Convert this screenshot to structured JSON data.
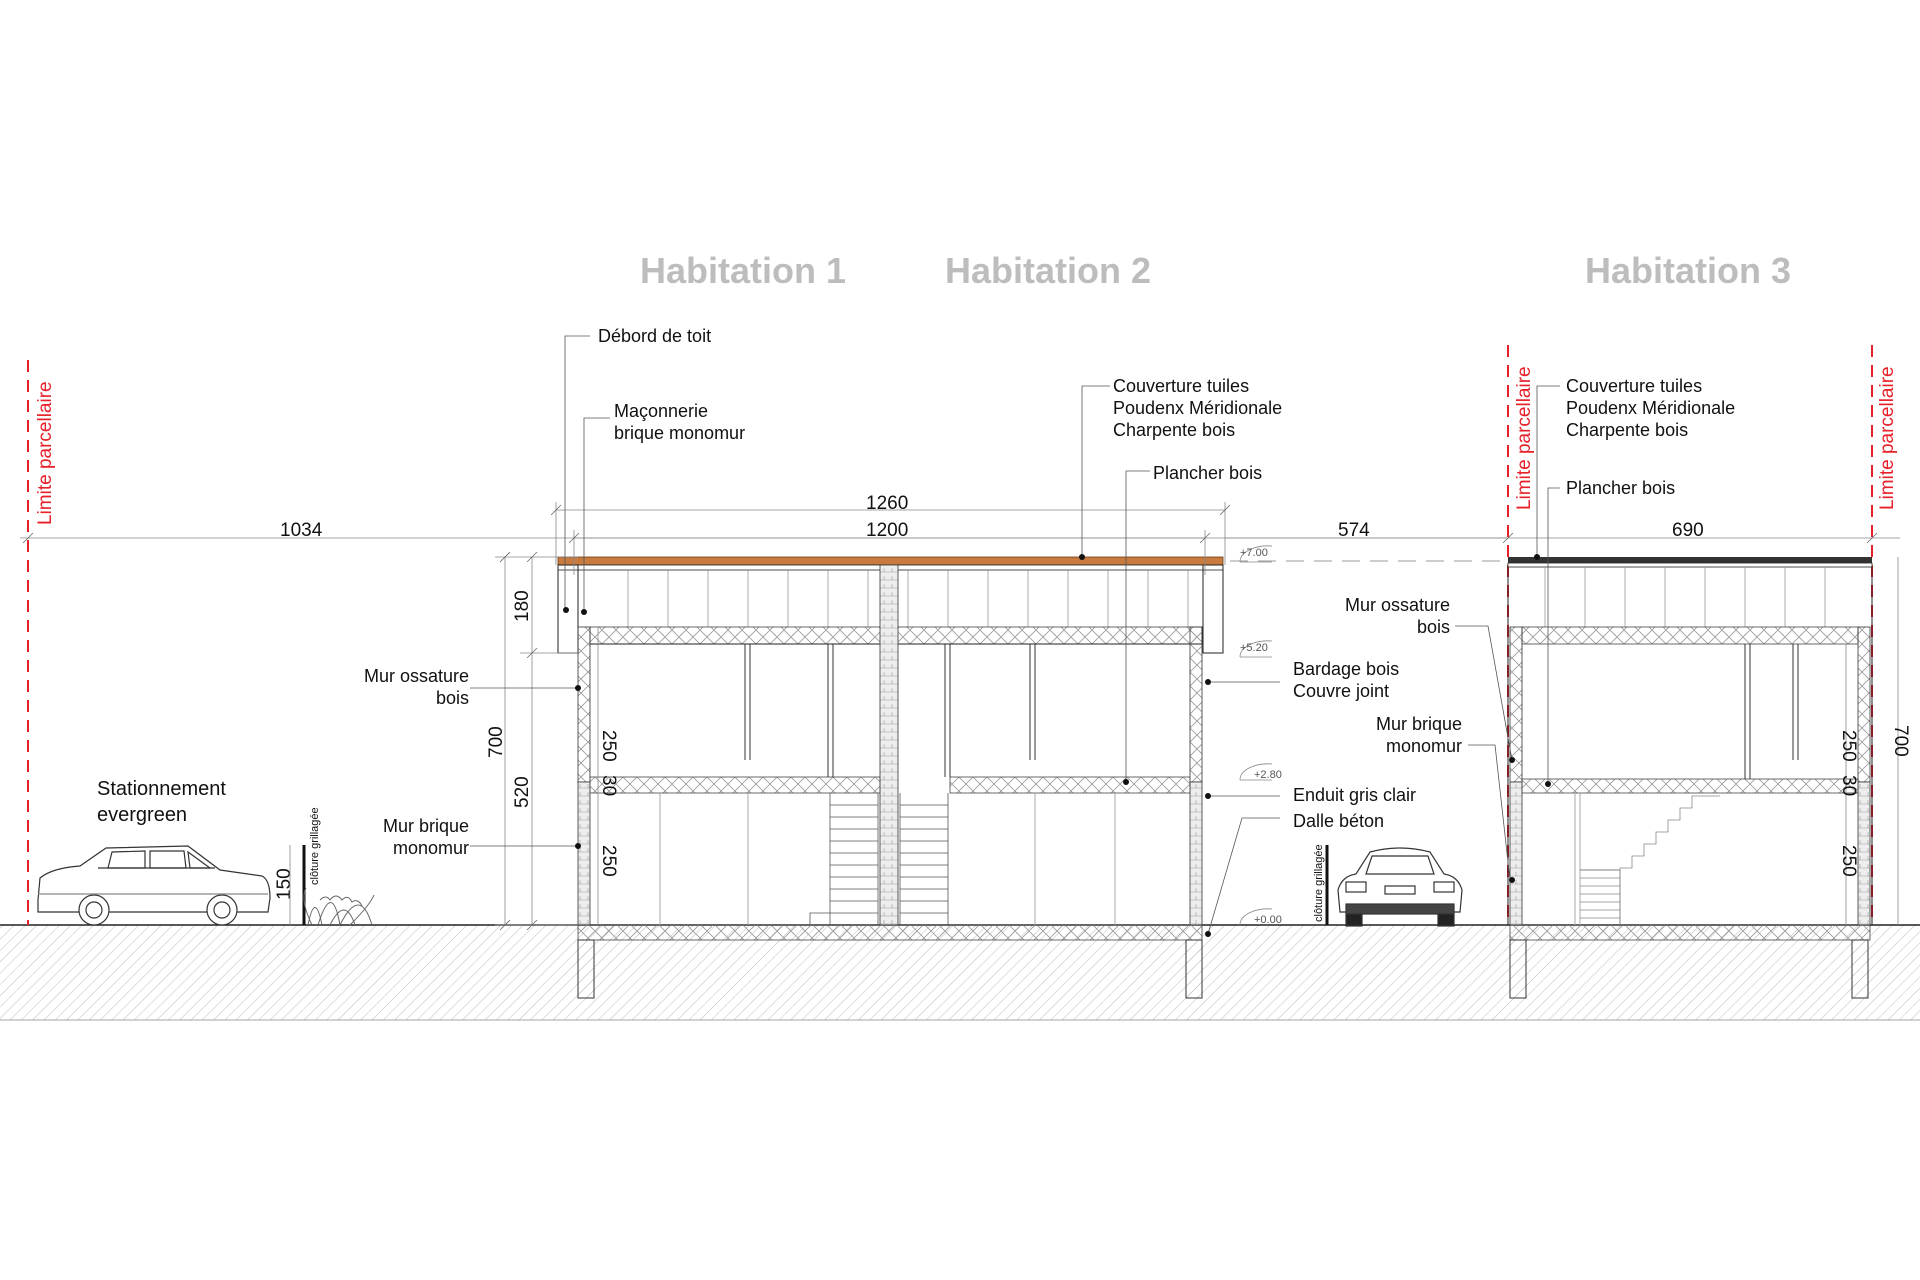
{
  "titles": {
    "h1": "Habitation 1",
    "h2": "Habitation 2",
    "h3": "Habitation 3"
  },
  "property_limit": "Limite parcellaire",
  "labels": {
    "debord_de_toit": "Débord de toit",
    "maconnerie_l1": "Maçonnerie",
    "maconnerie_l2": "brique monomur",
    "couverture_l1": "Couverture tuiles",
    "couverture_l2": "Poudenx Méridionale",
    "couverture_l3": "Charpente bois",
    "plancher_bois": "Plancher bois",
    "mur_ossature_l1": "Mur ossature",
    "mur_ossature_l2": "bois",
    "mur_brique_l1": "Mur brique",
    "mur_brique_l2": "monomur",
    "bardage_l1": "Bardage bois",
    "bardage_l2": "Couvre joint",
    "enduit": "Enduit gris clair",
    "dalle": "Dalle béton",
    "stationnement_l1": "Stationnement",
    "stationnement_l2": "evergreen",
    "cloture": "clôture grillagée"
  },
  "dimensions": {
    "d1034": "1034",
    "d1260": "1260",
    "d1200": "1200",
    "d574": "574",
    "d690": "690",
    "d180": "180",
    "d700": "700",
    "d520": "520",
    "d250": "250",
    "d30": "30",
    "d150": "150"
  },
  "levels": {
    "l700": "+7.00",
    "l520": "+5.20",
    "l280": "+2.80",
    "l000": "+0.00"
  },
  "colors": {
    "limit_red": "#e8202a",
    "roof_brown": "#c97a3e",
    "title_grey": "#bdbdbd"
  }
}
